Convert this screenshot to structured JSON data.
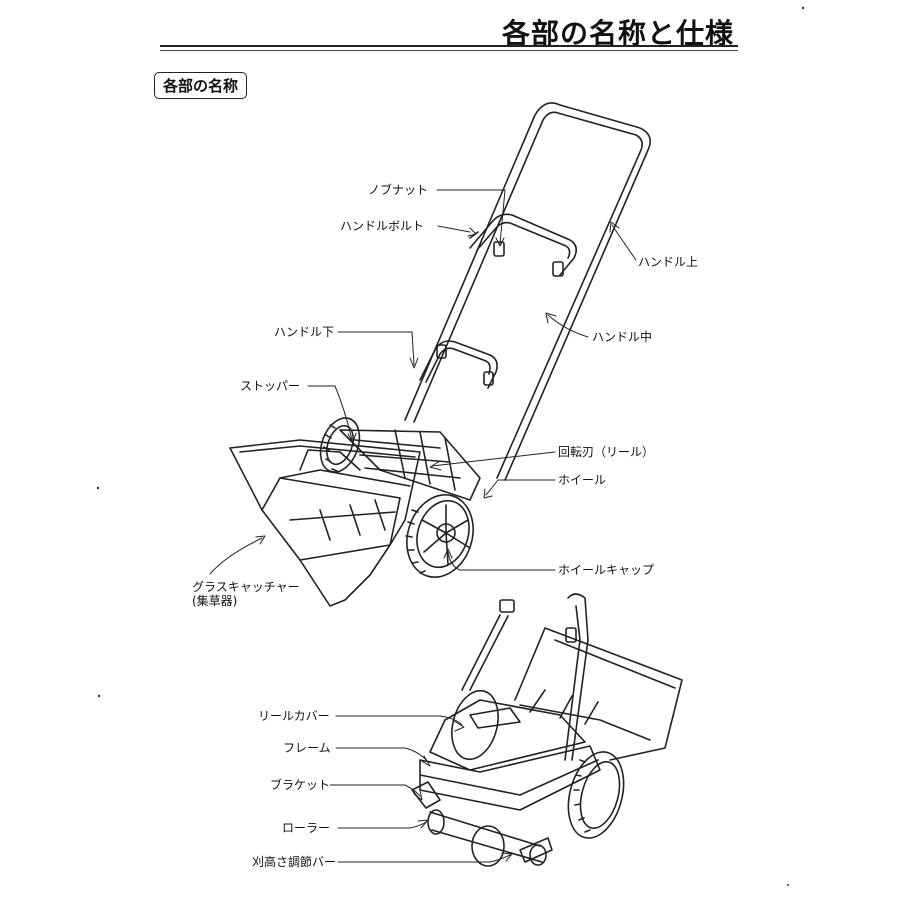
{
  "page": {
    "title": "各部の名称と仕様",
    "section_label": "各部の名称"
  },
  "labels_top": {
    "knob_nut": "ノブナット",
    "handle_bolt": "ハンドルボルト",
    "handle_upper": "ハンドル上",
    "handle_lower": "ハンドル下",
    "handle_middle": "ハンドル中",
    "stopper": "ストッパー",
    "reel_blade": "回転刃（リール）",
    "wheel": "ホイール",
    "wheel_cap": "ホイールキャップ",
    "grass_catcher": "グラスキャッチャー",
    "grass_catcher_sub": "(集草器)"
  },
  "labels_bottom": {
    "reel_cover": "リールカバー",
    "frame": "フレーム",
    "bracket": "ブラケット",
    "roller": "ローラー",
    "height_bar": "刈高さ調節バー"
  }
}
